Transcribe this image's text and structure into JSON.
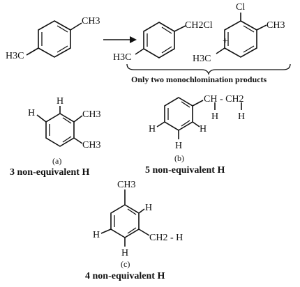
{
  "reaction": {
    "reactant": {
      "ch3_top": "CH3",
      "ch3_left": "H3C"
    },
    "product1": {
      "ch2cl": "CH2Cl",
      "h3c": "H3C"
    },
    "plus": "+",
    "product2": {
      "cl": "Cl",
      "ch3": "CH3",
      "h3c": "H3C"
    },
    "note": "Only two monochlomination products"
  },
  "structure_a": {
    "h_top": "H",
    "h_left": "H",
    "ch3_1": "CH3",
    "ch3_2": "CH3",
    "label": "(a)",
    "caption": "3 non-equivalent H"
  },
  "structure_b": {
    "chain": "CH - CH2",
    "h1": "H",
    "h2": "H",
    "h_left": "H",
    "h_ring": "H",
    "h_bottom": "H",
    "label": "(b)",
    "caption": "5 non-equivalent H"
  },
  "structure_c": {
    "ch3": "CH3",
    "h_right": "H",
    "h_left": "H",
    "h_bottom": "H",
    "ch2h": "CH2 - H",
    "label": "(c)",
    "caption": "4 non-equivalent H"
  }
}
